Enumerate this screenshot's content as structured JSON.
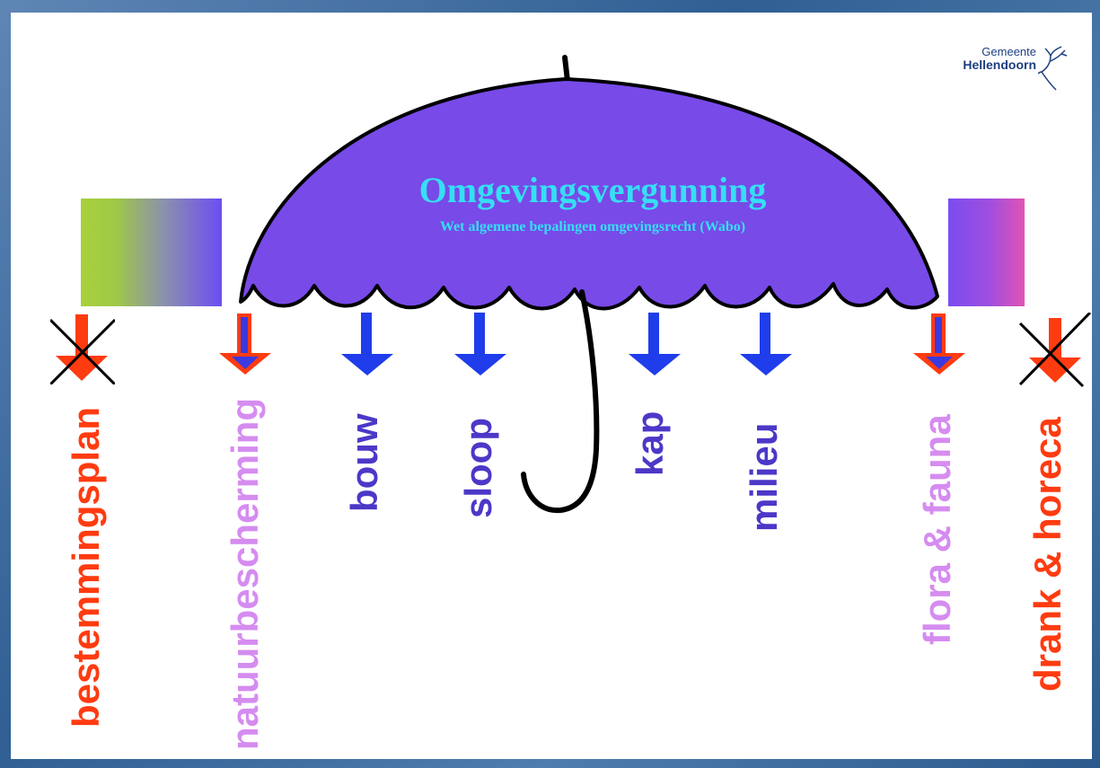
{
  "logo": {
    "small": "Gemeente",
    "big": "Hellendoorn"
  },
  "umbrella": {
    "title": "Omgevingsvergunning",
    "subtitle": "Wet algemene bepalingen omgevingsrecht (Wabo)",
    "canopy_color": "#784ae8"
  },
  "items": [
    {
      "label": "bestemmingsplan",
      "color": "#ff3b10",
      "arrow": "red",
      "crossed": true
    },
    {
      "label": "natuurbescherming",
      "color": "#d58cf0",
      "arrow": "red-blue",
      "crossed": false
    },
    {
      "label": "bouw",
      "color": "#4b38c8",
      "arrow": "blue",
      "crossed": false
    },
    {
      "label": "sloop",
      "color": "#4b38c8",
      "arrow": "blue",
      "crossed": false
    },
    {
      "label": "kap",
      "color": "#4b38c8",
      "arrow": "blue",
      "crossed": false
    },
    {
      "label": "milieu",
      "color": "#4b38c8",
      "arrow": "blue",
      "crossed": false
    },
    {
      "label": "flora & fauna",
      "color": "#d58cf0",
      "arrow": "red-blue",
      "crossed": false
    },
    {
      "label": "drank & horeca",
      "color": "#ff3b10",
      "arrow": "red",
      "crossed": true
    }
  ]
}
